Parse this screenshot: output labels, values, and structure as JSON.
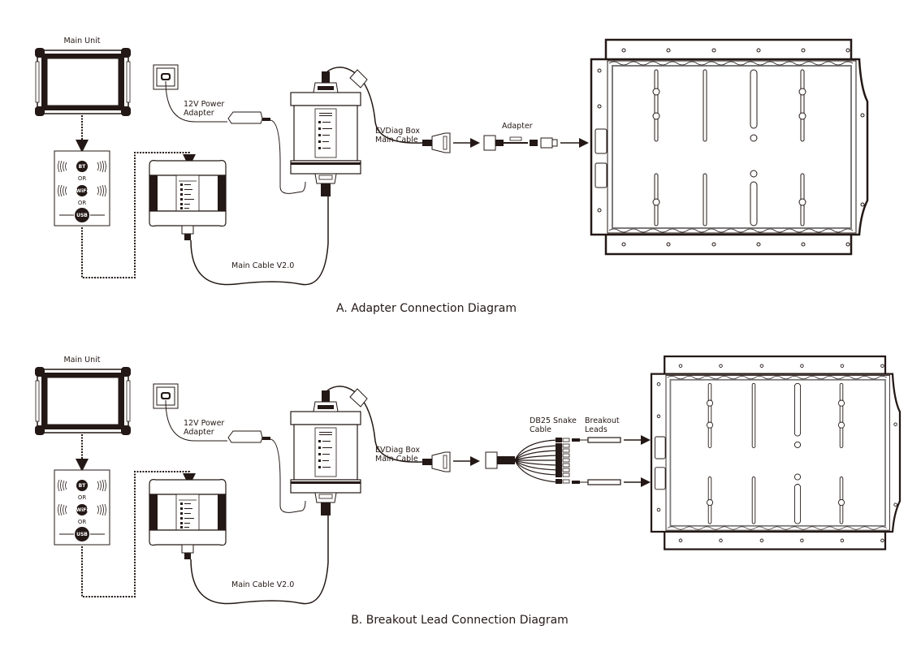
{
  "diagrams": [
    {
      "id": "A",
      "caption": "A. Adapter Connection Diagram",
      "labels": {
        "main_unit": "Main Unit",
        "power_adapter": [
          "12V Power",
          "Adapter"
        ],
        "evdiag_cable": [
          "EVDiag Box",
          "Main Cable"
        ],
        "main_cable": "Main Cable V2.0",
        "adapter": "Adapter"
      },
      "connection_options": [
        "BT",
        "OR",
        "WiFi",
        "OR",
        "USB"
      ]
    },
    {
      "id": "B",
      "caption": "B. Breakout Lead Connection Diagram",
      "labels": {
        "main_unit": "Main Unit",
        "power_adapter": [
          "12V Power",
          "Adapter"
        ],
        "evdiag_cable": [
          "EVDiag Box",
          "Main Cable"
        ],
        "main_cable": "Main Cable V2.0",
        "snake_cable": [
          "DB25 Snake",
          "Cable"
        ],
        "breakout_leads": [
          "Breakout",
          "Leads"
        ]
      },
      "connection_options": [
        "BT",
        "OR",
        "WiFi",
        "OR",
        "USB"
      ]
    }
  ],
  "colors": {
    "ink": "#231815",
    "background": "#ffffff"
  }
}
